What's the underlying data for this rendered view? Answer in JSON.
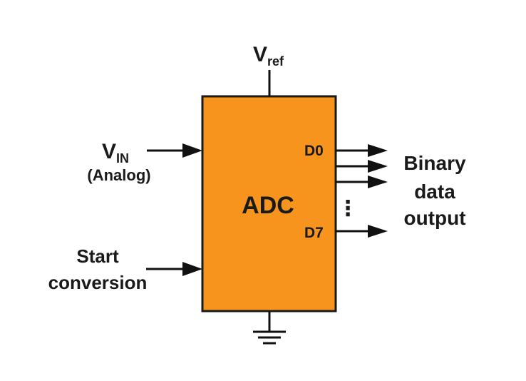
{
  "colors": {
    "block_fill": "#f7941d",
    "block_stroke": "#1a1a1a",
    "line": "#111111",
    "text": "#1a1a1a"
  },
  "block": {
    "label": "ADC"
  },
  "vref": {
    "base": "V",
    "sub": "ref"
  },
  "vin": {
    "base": "V",
    "sub": "IN",
    "caption": "(Analog)"
  },
  "start": {
    "line1": "Start",
    "line2": "conversion"
  },
  "outputs": {
    "first_pin": "D0",
    "last_pin": "D7",
    "ellipsis": "⋮",
    "label_line1": "Binary",
    "label_line2": "data",
    "label_line3": "output"
  },
  "ground": {
    "icon": "ground-symbol-icon"
  }
}
